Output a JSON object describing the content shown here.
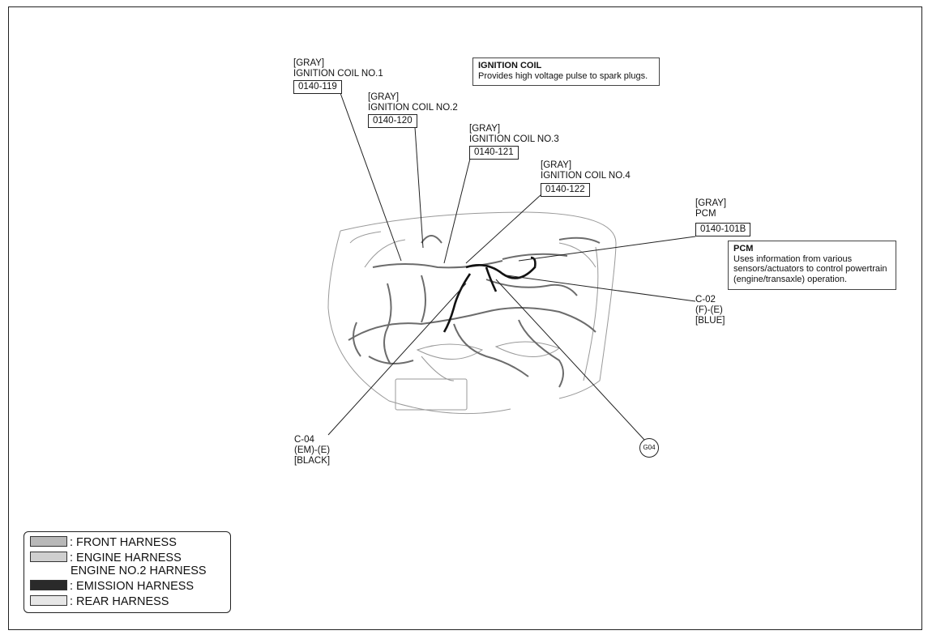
{
  "connectors": [
    {
      "id": "coil1",
      "color": "[GRAY]",
      "name": "IGNITION COIL NO.1",
      "code": "0140-119"
    },
    {
      "id": "coil2",
      "color": "[GRAY]",
      "name": "IGNITION COIL NO.2",
      "code": "0140-120"
    },
    {
      "id": "coil3",
      "color": "[GRAY]",
      "name": "IGNITION COIL NO.3",
      "code": "0140-121"
    },
    {
      "id": "coil4",
      "color": "[GRAY]",
      "name": "IGNITION COIL NO.4",
      "code": "0140-122"
    },
    {
      "id": "pcm",
      "color": "[GRAY]",
      "name": "PCM",
      "code": "0140-101B"
    }
  ],
  "notes": {
    "ignition_coil": {
      "title": "IGNITION COIL",
      "desc": "Provides high voltage pulse to spark plugs."
    },
    "pcm": {
      "title": "PCM",
      "desc": "Uses information from various\nsensors/actuators to control powertrain\n(engine/transaxle) operation."
    }
  },
  "joints": {
    "c02": {
      "code": "C-02",
      "type": "(F)-(E)",
      "color": "[BLUE]"
    },
    "c04": {
      "code": "C-04",
      "type": "(EM)-(E)",
      "color": "[BLACK]"
    }
  },
  "ground": {
    "code": "G04"
  },
  "legend": {
    "items": [
      {
        "label": ": FRONT HARNESS",
        "swatch": "#b8b8b8"
      },
      {
        "label": ": ENGINE HARNESS",
        "label2": "ENGINE NO.2 HARNESS",
        "swatch": "#cfcfcf"
      },
      {
        "label": ": EMISSION HARNESS",
        "swatch": "#2a2a2a"
      },
      {
        "label": ": REAR HARNESS",
        "swatch": "#e6e6e6"
      }
    ]
  }
}
